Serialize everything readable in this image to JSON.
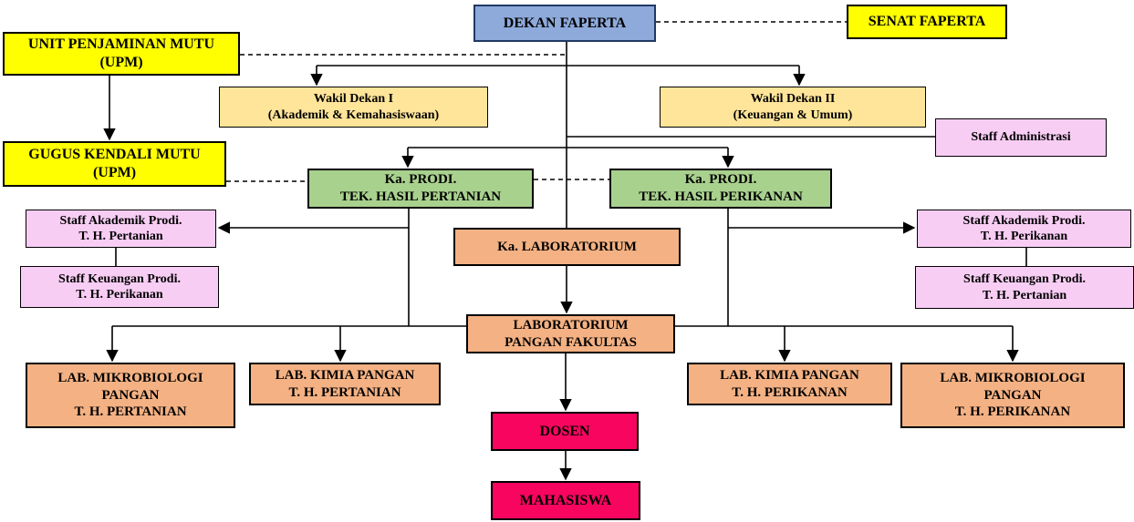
{
  "palette": {
    "blue_fill": "#8EAADB",
    "blue_border": "#203864",
    "yellow": "#FFFF00",
    "tan": "#FFE599",
    "pink": "#F8CDF4",
    "green": "#A9D18E",
    "orange": "#F4B183",
    "magenta": "#F8055F",
    "border_black": "#000000",
    "line": "#000000"
  },
  "nodes": {
    "dekan": {
      "label": "DEKAN FAPERTA"
    },
    "senat": {
      "label": "SENAT FAPERTA"
    },
    "upm": {
      "label": "UNIT PENJAMINAN MUTU\n(UPM)"
    },
    "wakil_dekan_1": {
      "label": "Wakil Dekan I\n(Akademik & Kemahasiswaan)"
    },
    "wakil_dekan_2": {
      "label": "Wakil Dekan II\n(Keuangan & Umum)"
    },
    "staff_admin": {
      "label": "Staff Administrasi"
    },
    "gugus": {
      "label": "GUGUS KENDALI MUTU\n(UPM)"
    },
    "prodi_pertanian": {
      "label": "Ka. PRODI.\nTEK. HASIL PERTANIAN"
    },
    "prodi_perikanan": {
      "label": "Ka. PRODI.\nTEK. HASIL PERIKANAN"
    },
    "akad_pertanian": {
      "label": "Staff Akademik Prodi.\nT. H. Pertanian"
    },
    "keu_perikanan": {
      "label": "Staff Keuangan Prodi.\nT. H. Perikanan"
    },
    "akad_perikanan": {
      "label": "Staff Akademik Prodi.\nT. H. Perikanan"
    },
    "keu_pertanian": {
      "label": "Staff Keuangan Prodi.\nT. H. Pertanian"
    },
    "ka_lab": {
      "label": "Ka. LABORATORIUM"
    },
    "lab_pangan": {
      "label": "LABORATORIUM\nPANGAN FAKULTAS"
    },
    "lab_mikro_pert": {
      "label": "LAB. MIKROBIOLOGI\nPANGAN\nT. H. PERTANIAN"
    },
    "lab_kimia_pert": {
      "label": "LAB. KIMIA PANGAN\nT. H. PERTANIAN"
    },
    "lab_kimia_perik": {
      "label": "LAB. KIMIA PANGAN\nT. H. PERIKANAN"
    },
    "lab_mikro_perik": {
      "label": "LAB. MIKROBIOLOGI\nPANGAN\nT. H. PERIKANAN"
    },
    "dosen": {
      "label": "DOSEN"
    },
    "mahasiswa": {
      "label": "MAHASISWA"
    }
  }
}
